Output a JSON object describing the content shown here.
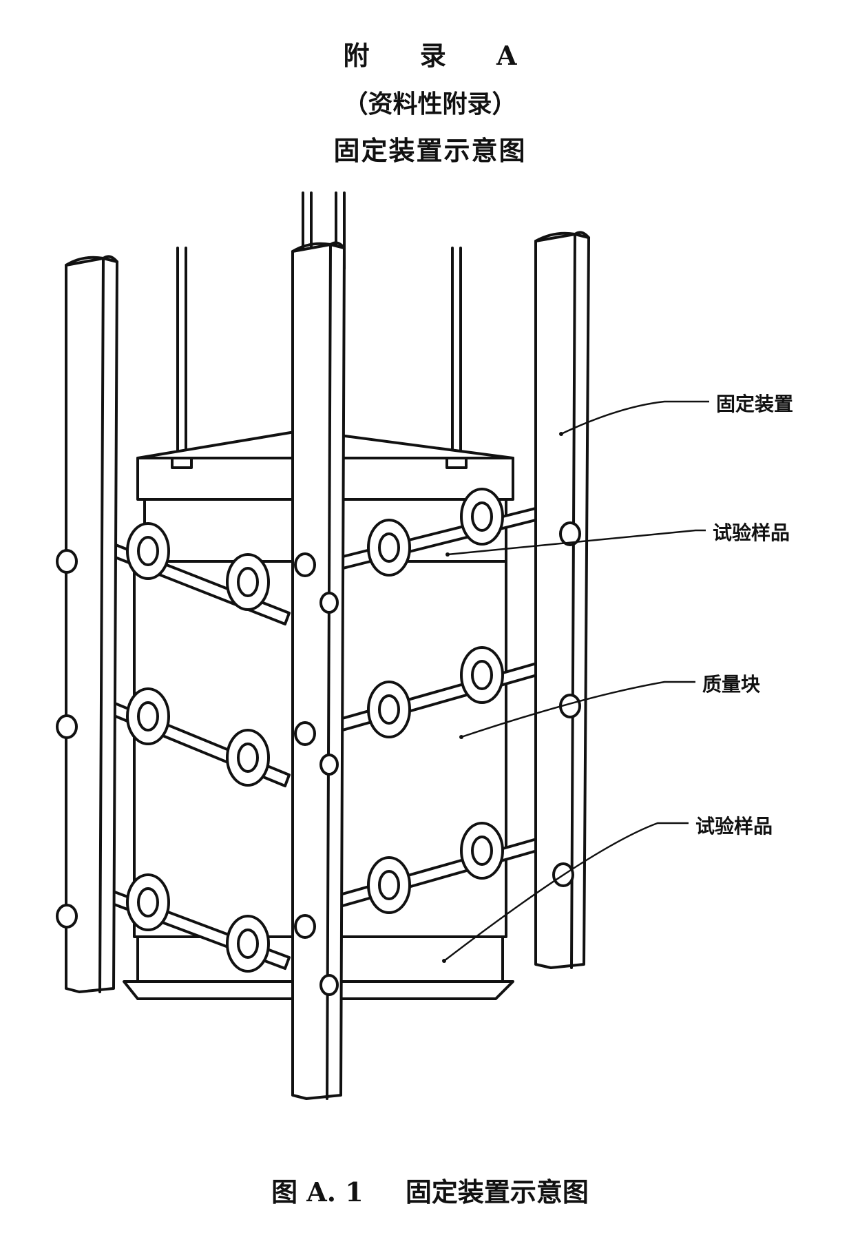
{
  "header": {
    "appendix": "附 录 A",
    "type": "（资料性附录）",
    "title": "固定装置示意图"
  },
  "labels": {
    "fixture": "固定装置",
    "sample_top": "试验样品",
    "mass_block": "质量块",
    "sample_bottom": "试验样品"
  },
  "caption": {
    "number": "图 A. 1",
    "title": "固定装置示意图"
  }
}
